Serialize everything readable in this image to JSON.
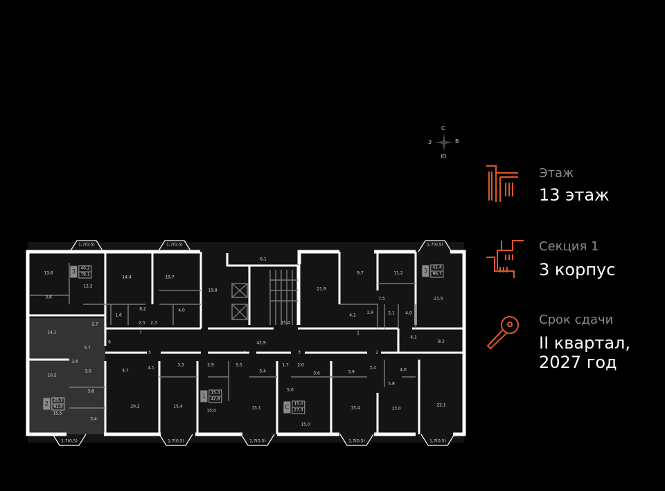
{
  "compass": {
    "n": "С",
    "s": "Ю",
    "w": "З",
    "e": "В"
  },
  "info": {
    "floor": {
      "label": "Этаж",
      "value": "13 этаж"
    },
    "section": {
      "label": "Секция 1",
      "value": "3 корпус"
    },
    "deadline": {
      "label": "Срок сдачи",
      "value_line1": "II квартал,",
      "value_line2": "2027 год"
    }
  },
  "accent_color": "#e0582a",
  "plan": {
    "balcony_label": "1,7(0,5)",
    "rooms": [
      "13,6",
      "12,2",
      "14,4",
      "15,7",
      "3,6",
      "8,2",
      "1,6",
      "4,0",
      "2,5",
      "2,3",
      "7",
      "19,8",
      "6,1",
      "15,4",
      "21,9",
      "9,7",
      "11,2",
      "7,5",
      "4,1",
      "1,9",
      "2,1",
      "4,0",
      "21,5",
      "4,1",
      "8,2",
      "1",
      "42,9",
      "6",
      "14,1",
      "2,7",
      "5,7",
      "5",
      "4",
      "3",
      "2",
      "10,2",
      "2,6",
      "3,0",
      "4,7",
      "4,1",
      "3,3",
      "2,9",
      "5,5",
      "3,4",
      "1,7",
      "2,0",
      "3,6",
      "3,9",
      "3,4",
      "4,0",
      "5,8",
      "5,0",
      "3,8",
      "20,2",
      "15,4",
      "15,4",
      "15,1",
      "15,0",
      "15,4",
      "13,0",
      "22,1",
      "15,5",
      "3,4"
    ],
    "apartments": [
      {
        "rooms": "3",
        "living": "40,2",
        "total": "79,1"
      },
      {
        "rooms": "3",
        "living": "42,4",
        "total": "96,7"
      },
      {
        "rooms": "1",
        "living": "15,4",
        "total": "42,8"
      },
      {
        "rooms": "С",
        "living": "15,0",
        "total": "27,3"
      },
      {
        "rooms": "2",
        "living": "25,7",
        "total": "61,5"
      }
    ]
  }
}
